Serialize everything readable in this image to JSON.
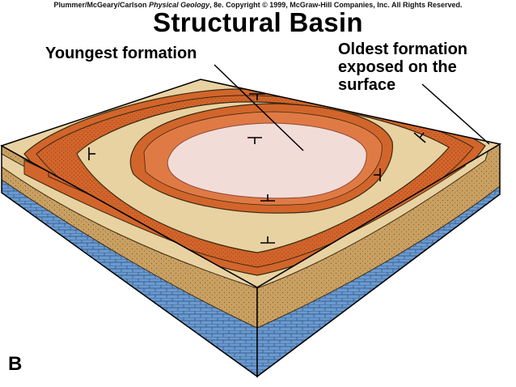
{
  "credit": {
    "authors": "Plummer/McGeary/Carlson",
    "book": "Physical Geology",
    "rest": ", 8e.  Copyright © 1999, McGraw-Hill Companies, Inc. All Rights Reserved."
  },
  "title": "Structural Basin",
  "labels": {
    "youngest": "Youngest formation",
    "oldest_line1": "Oldest formation",
    "oldest_line2": "exposed on the",
    "oldest_line3": "surface"
  },
  "panel_letter": "B",
  "colors": {
    "tan": "#e8d2a2",
    "orange": "#d2652b",
    "dark_orange": "#b0451c",
    "light_pink": "#f2dcd7",
    "sandstone": "#c9a062",
    "blue": "#6a9ad0"
  },
  "strike_dip_symbols": [
    "north",
    "center",
    "west",
    "east",
    "inner-south",
    "south",
    "northeast"
  ]
}
